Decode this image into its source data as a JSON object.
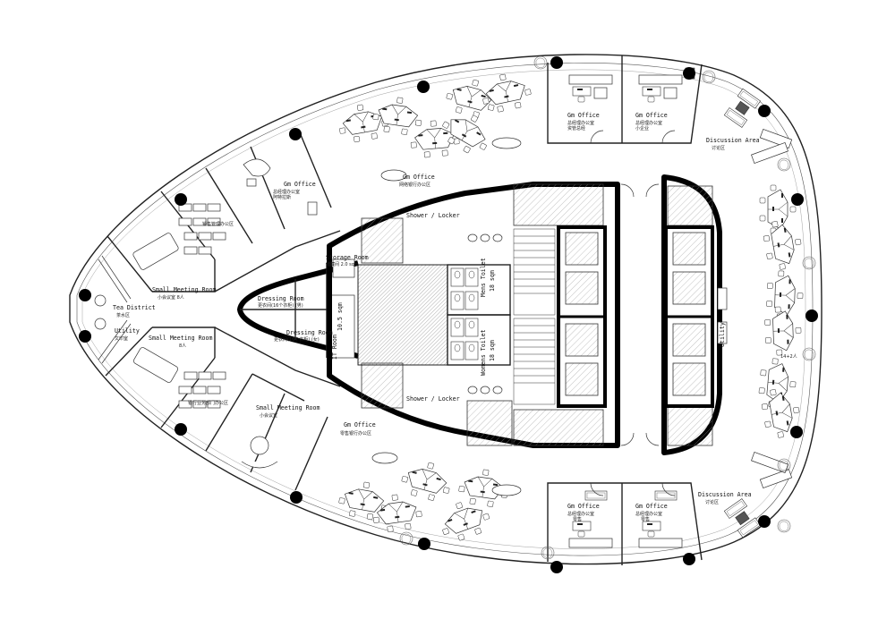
{
  "rooms": {
    "gm_office_top_left": {
      "title": "Gm Office",
      "subtitle_zh": "总经理办公室\n阿特拉斯"
    },
    "open_office_top": {
      "title": "Gm Office",
      "subtitle_zh": "网络银行办公区"
    },
    "gm_office_top_1": {
      "title": "Gm Office",
      "subtitle_zh": "总经理办公室\n资管总经"
    },
    "gm_office_top_2": {
      "title": "Gm Office",
      "subtitle_zh": "总经理办公室\n小企业"
    },
    "discussion_top": {
      "title": "Discussion Area",
      "subtitle_zh": "讨论区"
    },
    "small_meeting_1": {
      "title": "Small Meeting Room",
      "subtitle_zh": "小会议室  8人"
    },
    "small_meeting_2": {
      "title": "Small Meeting Room",
      "subtitle_zh": "8人"
    },
    "small_meeting_3": {
      "title": "Small Meeting Room",
      "subtitle_zh": "小会议室"
    },
    "tea_district": {
      "title": "Tea District",
      "subtitle_zh": "茶水区"
    },
    "utility_left": {
      "title": "Utility",
      "subtitle_zh": "文印室"
    },
    "dressing_1": {
      "title": "Dressing Room",
      "subtitle_zh": "更衣间(16个衣柜) (男)"
    },
    "dressing_2": {
      "title": "Dressing Room",
      "subtitle_zh": "更衣间(16个衣柜) (女)"
    },
    "storage": {
      "title": "Storage Room",
      "subtitle_zh": "储藏间 2.0 sqm"
    },
    "it_room": {
      "title": "IT Room",
      "subtitle_zh": "机房"
    },
    "it_area": {
      "title": "10.5 sqm"
    },
    "shower_top": {
      "title": "Shower / Locker"
    },
    "shower_bottom": {
      "title": "Shower / Locker"
    },
    "mens_toilet": {
      "title": "Mens Toilet",
      "area": "18 sqm"
    },
    "womens_toilet": {
      "title": "Womens Toilet",
      "area": "18 sqm"
    },
    "open_office_bottom": {
      "title": "Gm Office",
      "subtitle_zh": "零售银行办公区"
    },
    "gm_office_bottom_1": {
      "title": "Gm Office",
      "subtitle_zh": "总经理办公室\n零售"
    },
    "gm_office_bottom_2": {
      "title": "Gm Office",
      "subtitle_zh": "总经理办公室\n零售"
    },
    "discussion_bottom": {
      "title": "Discussion Area",
      "subtitle_zh": "讨论区"
    },
    "utility_right": {
      "title": "Utility"
    },
    "workstation_count": {
      "title": "14+2人"
    },
    "ws_label_left": {
      "title": "销售管理办公区"
    },
    "ws_label_left_bottom": {
      "title": "银行业务部门办公区"
    }
  }
}
